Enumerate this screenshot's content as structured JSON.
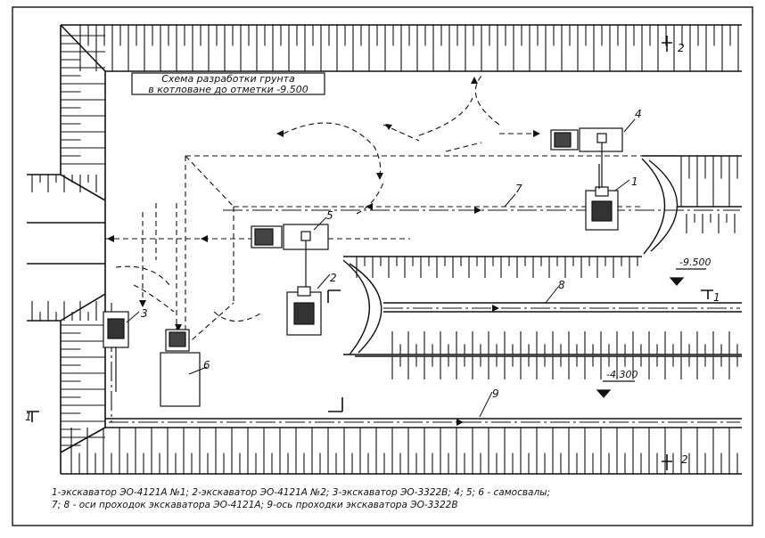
{
  "title": {
    "line1": "Схема разработки грунта",
    "line2": "в котловане до отметки -9.500"
  },
  "elevations": {
    "upper": "-9.500",
    "lower": "-4.300"
  },
  "numbers": {
    "n1": "1",
    "n2": "2",
    "n3": "3",
    "n4": "4",
    "n5": "5",
    "n6": "6",
    "n7": "7",
    "n8": "8",
    "n9": "9"
  },
  "section_marks": {
    "s1_left": "1",
    "s1_right": "1",
    "s2_top": "2",
    "s2_bottom": "2"
  },
  "legend": {
    "line1": "1-экскаватор ЭО-4121А №1; 2-экскаватор ЭО-4121А №2; 3-экскаватор ЭО-3322В; 4; 5; 6 - самосвалы;",
    "line2": "7; 8 - оси проходок экскаватора ЭО-4121А; 9-ось проходки экскаватора ЭО-3322В"
  }
}
